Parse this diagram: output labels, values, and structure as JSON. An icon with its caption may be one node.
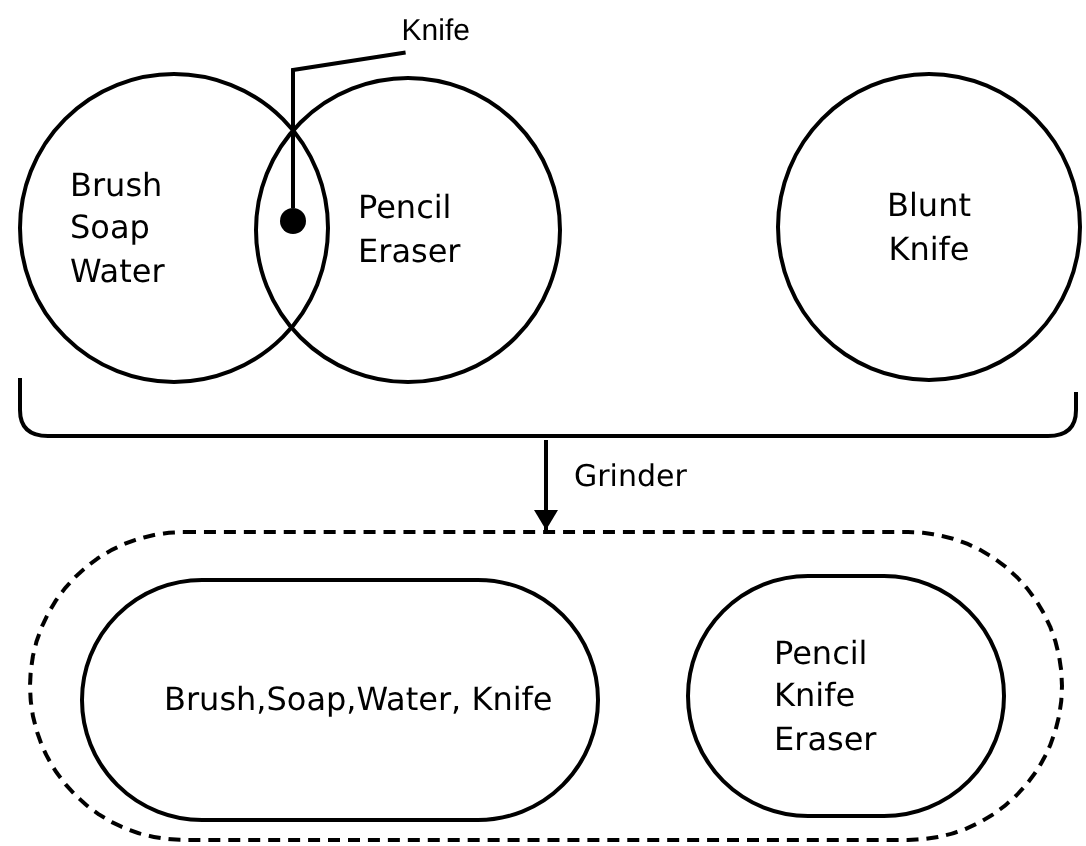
{
  "diagram": {
    "nodes": [
      {
        "text": [
          "Knife"
        ]
      },
      {
        "text": [],
        "shape": "circle"
      },
      {
        "text": [
          "Brush Soap Water"
        ]
      },
      {
        "text": [
          "Pencil Eraser"
        ]
      },
      {
        "text": [
          "Blunt Knife"
        ]
      },
      {
        "text": [],
        "shape": "bracket"
      },
      {
        "text": [],
        "shape": "box"
      },
      {
        "text": [
          "Brush,Soap,Water, Knife"
        ],
        "in": 6
      },
      {
        "text": [
          "Pencil Knife Eraser"
        ],
        "in": 6
      }
    ],
    "edges": [
      {
        "from": 0,
        "to": 1,
        "arrow": "none"
      },
      {
        "from": 5,
        "to": 6,
        "arrow": "to",
        "label": "Grinder"
      }
    ]
  }
}
